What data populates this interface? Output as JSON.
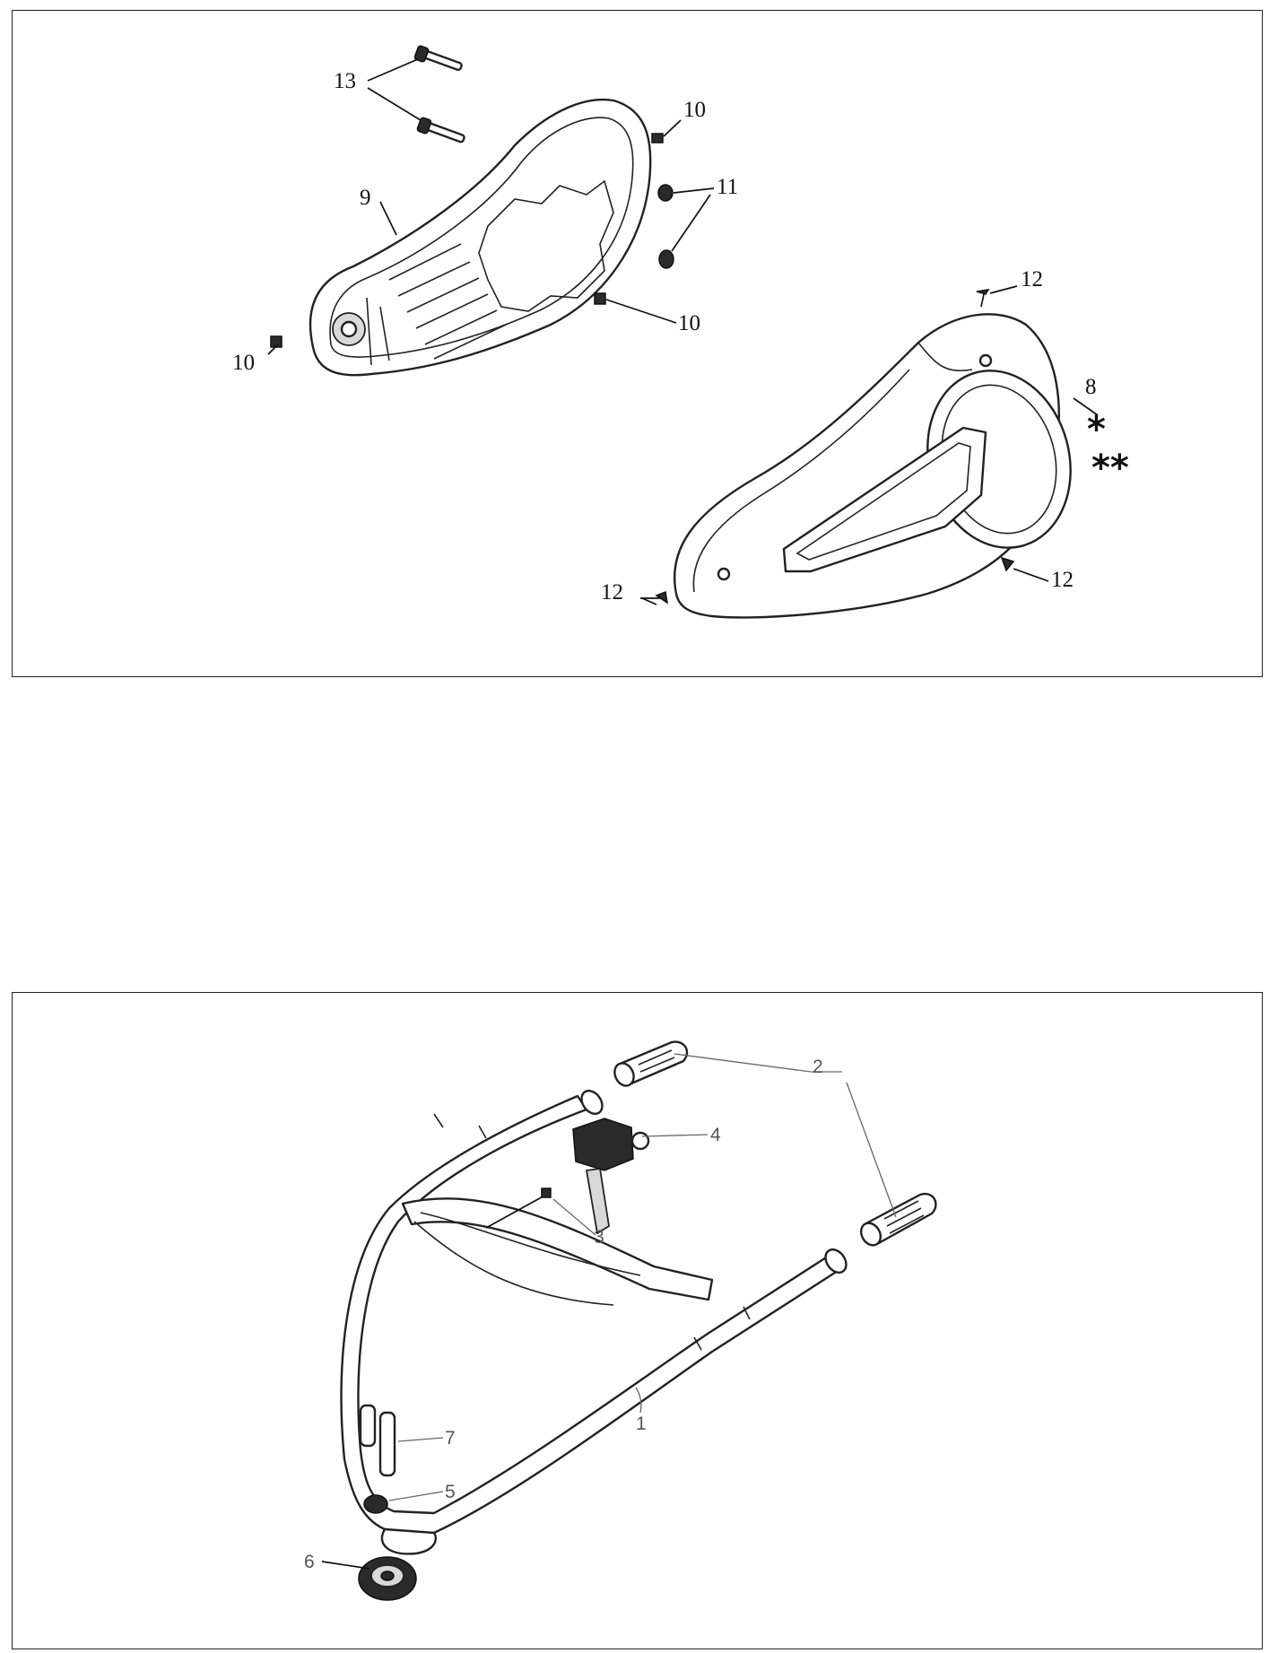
{
  "top_diagram": {
    "labels": {
      "p13": "13",
      "p10a": "10",
      "p11": "11",
      "p9": "9",
      "p10b": "10",
      "p10c": "10",
      "p12a": "12",
      "p8": "8",
      "p12b": "12",
      "p12c": "12"
    },
    "markers": {
      "single": "*",
      "double": "**"
    }
  },
  "bottom_diagram": {
    "labels": {
      "p2": "2",
      "p4": "4",
      "p3": "3",
      "p1": "1",
      "p7": "7",
      "p5": "5",
      "p6": "6"
    }
  }
}
